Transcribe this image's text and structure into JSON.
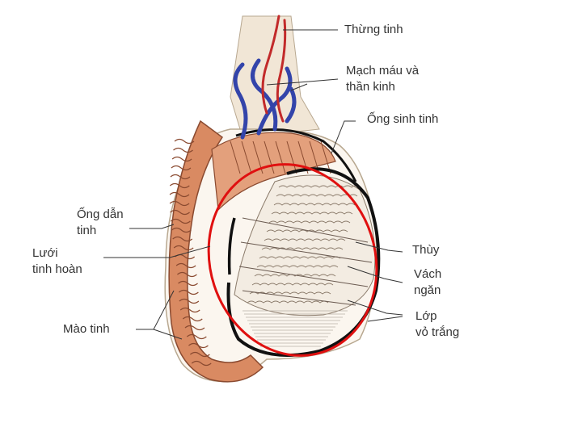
{
  "labels": {
    "vas_deferens_top": "Thừng tinh",
    "vessels_nerves_l1": "Mạch máu và",
    "vessels_nerves_l2": "thần kinh",
    "seminiferous_tubule": "Ống sinh tinh",
    "vas_deferens_l1": "Ống dẫn",
    "vas_deferens_l2": "tinh",
    "rete_testis_l1": "Lưới",
    "rete_testis_l2": "tinh hoàn",
    "epididymis": "Mào tinh",
    "lobule": "Thùy",
    "septum_l1": "Vách",
    "septum_l2": "ngăn",
    "tunica_l1": "Lớp",
    "tunica_l2": "vỏ trắng"
  },
  "colors": {
    "epididymis_fill": "#d98a62",
    "epididymis_stroke": "#8a4a30",
    "vein": "#3344aa",
    "artery": "#c22a2a",
    "highlight_ring": "#e01010",
    "outline": "#111111",
    "lobule_fill": "#f3ece2",
    "label_text": "#333333"
  },
  "icons": {
    "testis_illustration": "testis-cross-section-diagram"
  }
}
